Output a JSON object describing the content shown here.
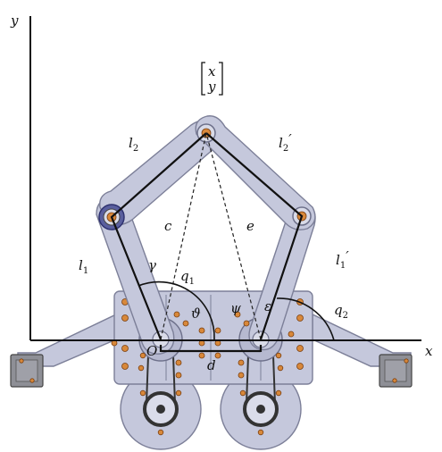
{
  "axes": {
    "x_label": "x",
    "y_label": "y"
  },
  "end_effector": {
    "top": "x",
    "bottom": "y"
  },
  "links": {
    "l2_left": {
      "base": "l",
      "sub": "2"
    },
    "l2_right": {
      "base": "l",
      "sub": "2",
      "prime": "′"
    },
    "l1_left": {
      "base": "l",
      "sub": "1"
    },
    "l1_right": {
      "base": "l",
      "sub": "1",
      "prime": "′"
    }
  },
  "diagonals": {
    "c_label": "c",
    "e_label": "e"
  },
  "angles": {
    "gamma": "γ",
    "q1": {
      "base": "q",
      "sub": "1"
    },
    "theta": "ϑ",
    "psi": "ψ",
    "epsilon": "ε",
    "q2": {
      "base": "q",
      "sub": "2"
    }
  },
  "base": {
    "origin_label": "O",
    "distance_label": "d"
  },
  "colors": {
    "plate": "#c5c8dc",
    "plate_edge": "#7c7f98",
    "screw": "#d8883a",
    "line": "#111111",
    "motor_block": "#8e8f96"
  }
}
